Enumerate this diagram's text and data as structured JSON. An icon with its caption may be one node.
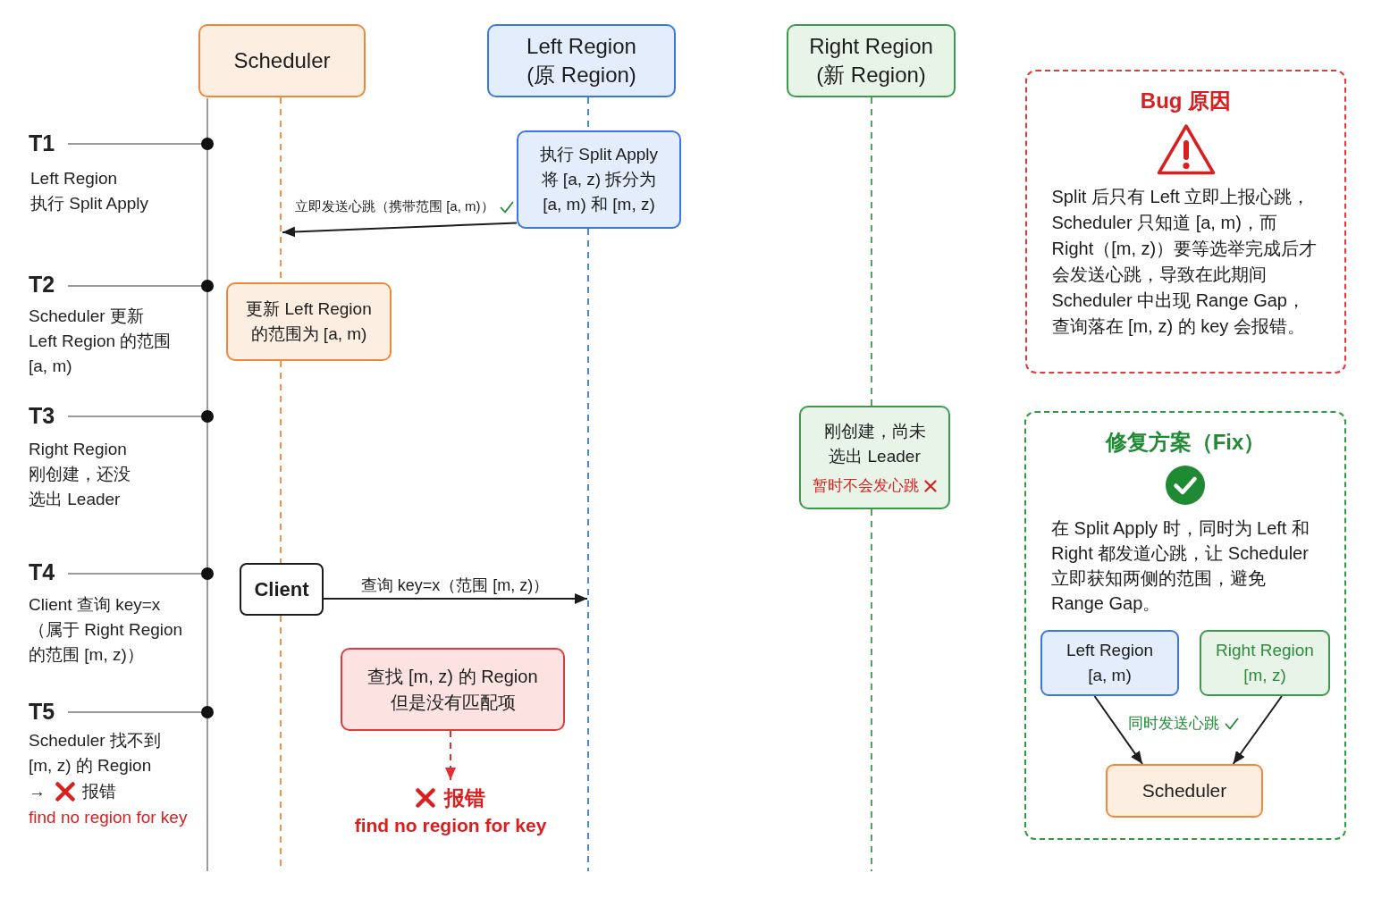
{
  "diagram": {
    "nodes": [
      {
        "text": [
          "Scheduler"
        ]
      },
      {
        "text": [
          "Left Region (原 Region)"
        ]
      },
      {
        "text": [
          "Right Region (新 Region)"
        ]
      },
      {
        "text": [
          "执行 Split Apply 将 [a, z) 拆分为 [a, m) 和 [m, z)"
        ]
      },
      {
        "text": [
          "更新 Left Region 的范围为 [a, m)"
        ]
      },
      {
        "text": [
          "刚创建，尚未选出 Leader",
          "暂时不会发心跳"
        ]
      },
      {
        "text": [
          "Client"
        ]
      },
      {
        "text": [
          "查找 [m, z) 的 Region 但是没有匹配项"
        ]
      },
      {
        "text": [
          "报错",
          "find no region for key"
        ]
      },
      {
        "text": [
          "Bug 原因",
          "Split 后只有 Left 立即上报心跳，Scheduler 只知道 [a, m)，而 Right（[m, z)）要等选举完成后才会发送心跳，导致在此期间 Scheduler 中出现 Range Gap，查询落在 [m, z) 的 key 会报错。"
        ]
      },
      {
        "text": [
          "修复方案（Fix）",
          "在 Split Apply 时，同时为 Left 和 Right 都发道心跳，让 Scheduler 立即获知两侧的范围，避免 Range Gap。"
        ]
      },
      {
        "text": [
          "Left Region [a, m)"
        ],
        "in": 10
      },
      {
        "text": [
          "Right Region [m, z)"
        ],
        "in": 10
      },
      {
        "text": [
          "Scheduler"
        ],
        "in": 10
      }
    ],
    "edges": [
      {
        "from": 0,
        "to": 4,
        "arrow": "none",
        "style": "dashed",
        "color": "#f0873a"
      },
      {
        "from": 4,
        "to": 6,
        "arrow": "none",
        "style": "dashed",
        "color": "#f0873a"
      },
      {
        "from": 6,
        "to": null,
        "arrow": "none",
        "style": "dashed",
        "color": "#f0873a"
      },
      {
        "from": 1,
        "to": 3,
        "arrow": "none",
        "style": "dashed",
        "color": "#3a78e0"
      },
      {
        "from": 3,
        "to": null,
        "arrow": "none",
        "style": "dashed",
        "color": "#3a78e0"
      },
      {
        "from": 2,
        "to": 5,
        "arrow": "none",
        "style": "dashed",
        "color": "#3c9a4c"
      },
      {
        "from": 5,
        "to": null,
        "arrow": "none",
        "style": "dashed",
        "color": "#3c9a4c"
      },
      {
        "from": 3,
        "to": null,
        "arrow": "to",
        "label": "立即发送心跳（携带范围 [a, m)）"
      },
      {
        "from": 6,
        "to": null,
        "arrow": "to",
        "label": "查询 key=x（范围 [m, z)）"
      },
      {
        "from": 7,
        "to": 8,
        "arrow": "to",
        "style": "dashed",
        "color": "#e03030"
      },
      {
        "from": 11,
        "to": 13,
        "arrow": "to"
      },
      {
        "from": 12,
        "to": 13,
        "arrow": "to"
      }
    ],
    "labels": [
      "T1",
      "Left Region 执行 Split Apply",
      "T2",
      "Scheduler 更新 Left Region 的范围 [a, m)",
      "T3",
      "Right Region 刚创建，还没选出 Leader",
      "T4",
      "Client 查询 key=x（属于 Right Region 的范围 [m, z)）",
      "T5",
      "Scheduler 找不到 [m, z) 的 Region",
      "→",
      "报错",
      "find no region for key",
      "同时发送心跳"
    ]
  }
}
